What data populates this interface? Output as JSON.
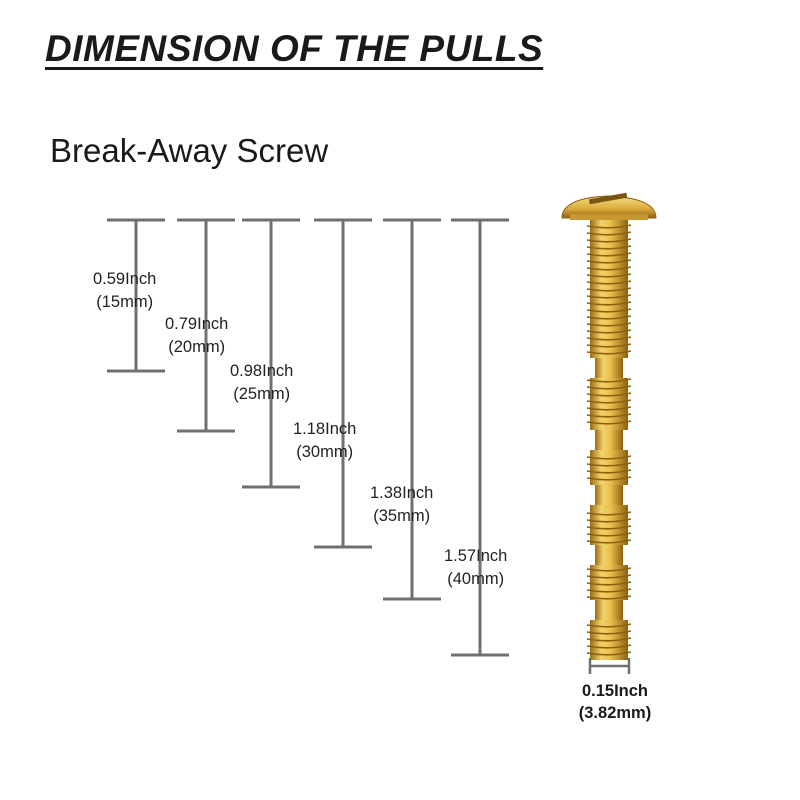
{
  "title": "DIMENSION OF THE PULLS",
  "subtitle": "Break-Away Screw",
  "lengths": [
    {
      "inch": "0.59Inch",
      "mm": "(15mm)"
    },
    {
      "inch": "0.79Inch",
      "mm": "(20mm)"
    },
    {
      "inch": "0.98Inch",
      "mm": "(25mm)"
    },
    {
      "inch": "1.18Inch",
      "mm": "(30mm)"
    },
    {
      "inch": "1.38Inch",
      "mm": "(35mm)"
    },
    {
      "inch": "1.57Inch",
      "mm": "(40mm)"
    }
  ],
  "diameter": {
    "inch": "0.15Inch",
    "mm": "(3.82mm)"
  },
  "colors": {
    "line": "#707070",
    "brass_light": "#f2d36b",
    "brass_mid": "#d9a93a",
    "brass_dark": "#9a6c14"
  }
}
